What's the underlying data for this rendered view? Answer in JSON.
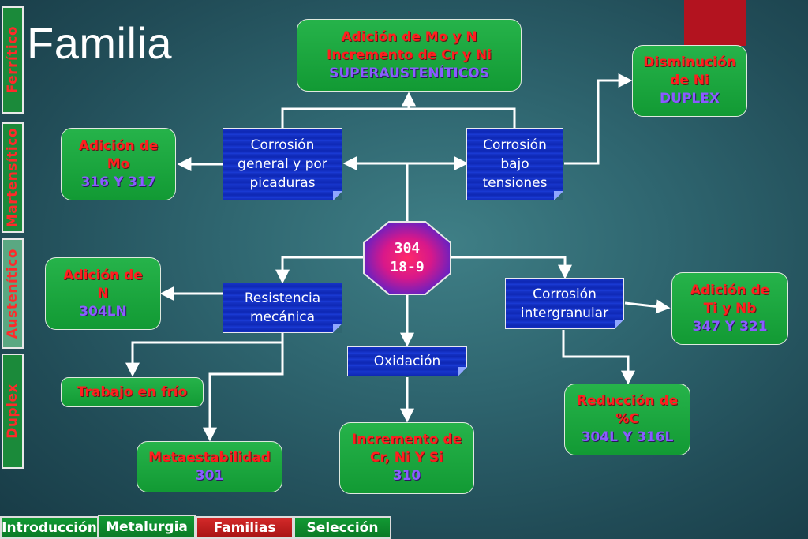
{
  "title": "Familia",
  "side_tabs": [
    {
      "label": "Ferrítico"
    },
    {
      "label": "Martensítico"
    },
    {
      "label": "Austenítico"
    },
    {
      "label": "Duplex"
    }
  ],
  "center": {
    "line1": "304",
    "line2": "18-9"
  },
  "blue_nodes": {
    "corrosion_general": {
      "line1": "Corrosión",
      "line2": "general y por",
      "line3": "picaduras"
    },
    "corrosion_bajo": {
      "line1": "Corrosión",
      "line2": "bajo",
      "line3": "tensiones"
    },
    "resistencia": {
      "line1": "Resistencia",
      "line2": "mecánica"
    },
    "corrosion_inter": {
      "line1": "Corrosión",
      "line2": "intergranular"
    },
    "oxidacion": {
      "line1": "Oxidación"
    }
  },
  "green_nodes": {
    "superaustenitico": {
      "line1": "Adición de Mo y N",
      "line2": "Incremento de Cr y Ni",
      "line3": "SUPERAUSTENÍTICOS"
    },
    "duplex": {
      "line1": "Disminución",
      "line2": "de Ni",
      "line3": "DUPLEX"
    },
    "adicion_mo": {
      "line1": "Adición de",
      "line2": "Mo",
      "line3": "316 Y 317"
    },
    "adicion_n": {
      "line1": "Adición de",
      "line2": "N",
      "line3": "304LN"
    },
    "adicion_ti": {
      "line1": "Adición de",
      "line2": "Ti y Nb",
      "line3": "347 Y 321"
    },
    "trabajo_frio": {
      "line1": "Trabajo en frío"
    },
    "metaestabilidad": {
      "line1": "Metaestabilidad",
      "line2": "301"
    },
    "incremento_cr": {
      "line1": "Incremento de",
      "line2": "Cr, Ni Y Si",
      "line3": "310"
    },
    "reduccion_c": {
      "line1": "Reducción de",
      "line2": "%C",
      "line3": "304L Y 316L"
    }
  },
  "nav": [
    {
      "label": "Introducción"
    },
    {
      "label": "Metalurgia"
    },
    {
      "label": "Familias"
    },
    {
      "label": "Selección"
    }
  ],
  "colors": {
    "node_green": "#1aa63c",
    "node_blue": "#1633c8",
    "label_red": "#ff1f1f",
    "label_purple": "#8a5cff",
    "accent_red": "#b3131f",
    "background": "#2f6670"
  }
}
